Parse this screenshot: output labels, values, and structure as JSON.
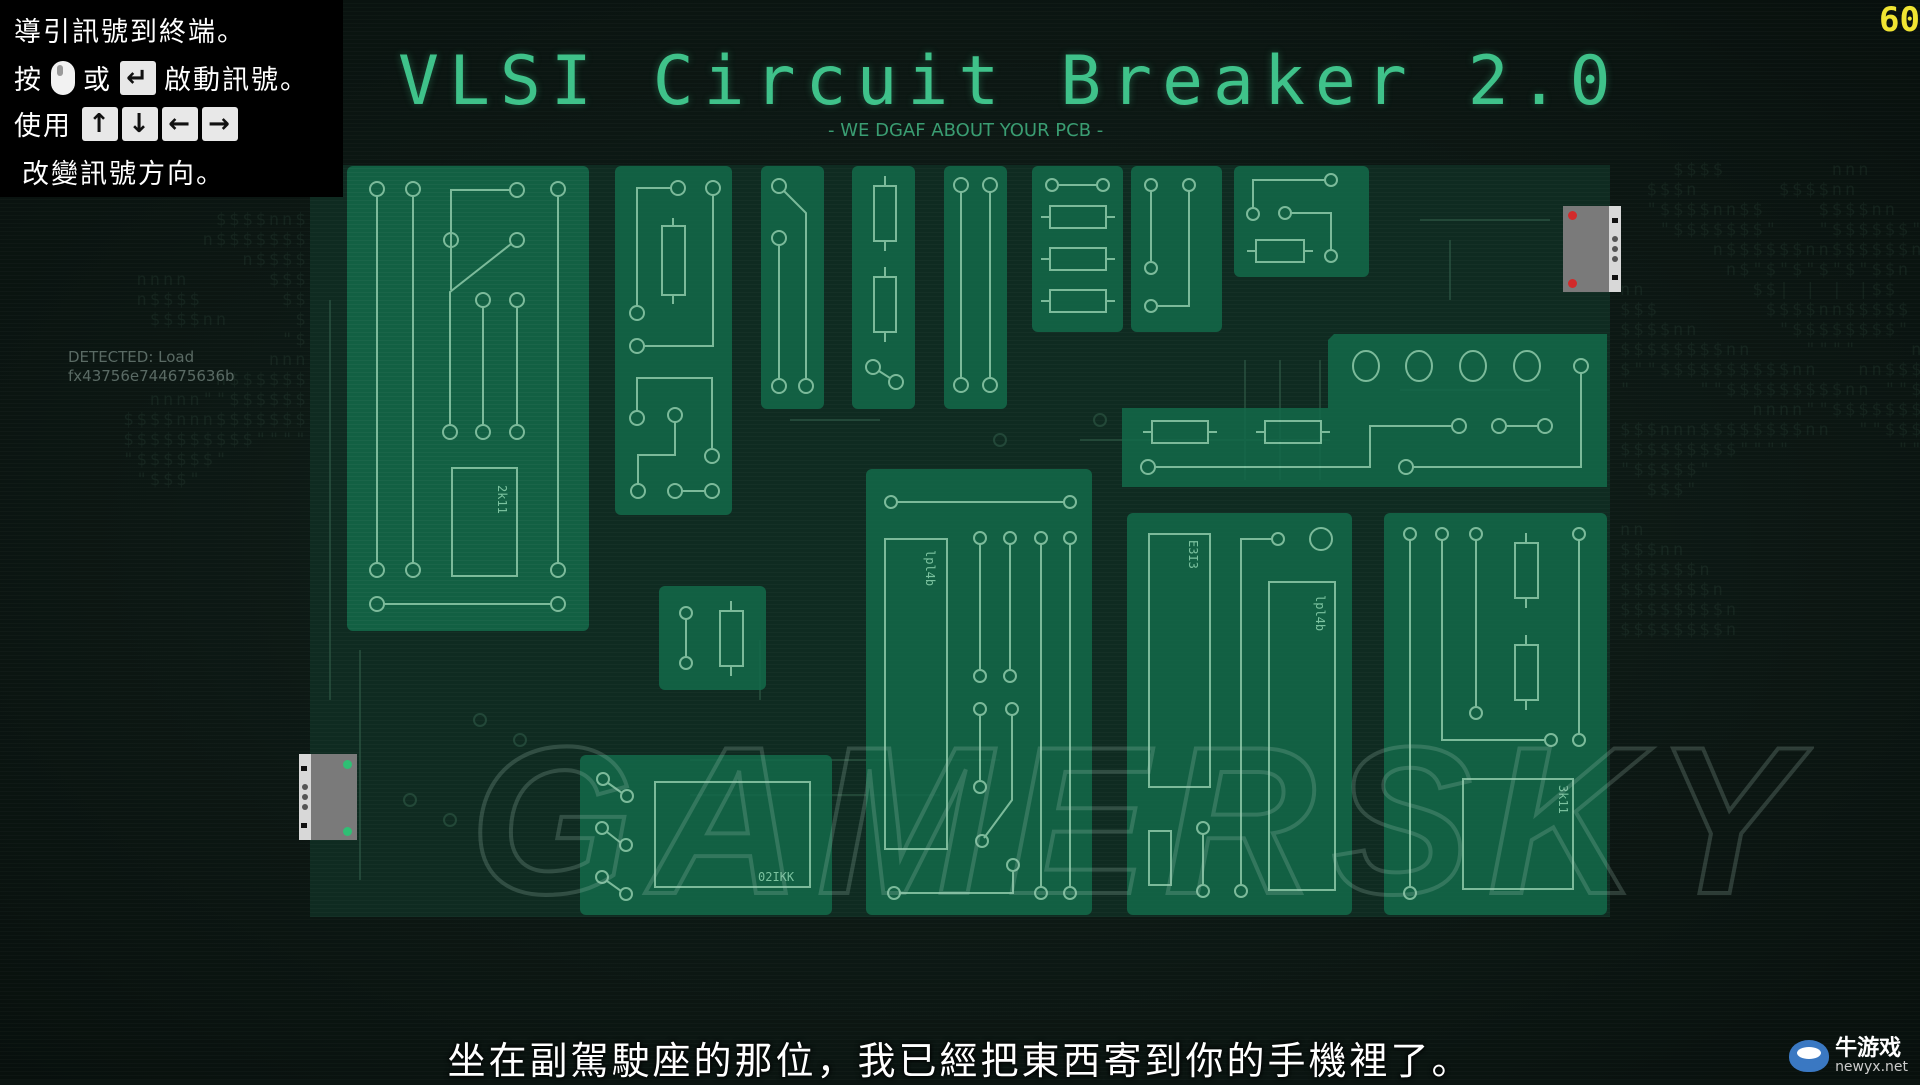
{
  "hud": {
    "line1": "導引訊號到終端。",
    "line2_prefix": "按",
    "line2_or": "或",
    "line2_suffix": "啟動訊號。",
    "line3_prefix": "使用",
    "line4": "改變訊號方向。",
    "keys": {
      "enter": "↵",
      "up": "↑",
      "down": "↓",
      "left": "←",
      "right": "→"
    },
    "icons": {
      "mouse": "mouse-icon",
      "enter": "enter-key-icon"
    }
  },
  "game": {
    "title": "VLSI Circuit Breaker 2.0",
    "tagline": "- WE DGAF ABOUT YOUR PCB -",
    "fps": "60",
    "detected_line1": "DETECTED: Load",
    "detected_line2": "fx43756e744675636b",
    "chip_labels": [
      "2k11",
      "lpl4b",
      "E3I3",
      "lpl4b",
      "02IKK",
      "3k11"
    ],
    "start_connector_status": "green",
    "end_connector_status": "red"
  },
  "subtitle": "坐在副駕駛座的那位，我已經把東西寄到你的手機裡了。",
  "watermark": "GAMERSKY",
  "site_logo": {
    "cn": "牛游戏",
    "en": "newyx.net"
  },
  "colors": {
    "pcb_panel": "#136a4a",
    "trace": "#8fd4b0",
    "title_green": "#3fc28a",
    "fps_yellow": "#f0e432",
    "led_red": "#d22a2a",
    "led_green": "#2fbf74"
  }
}
